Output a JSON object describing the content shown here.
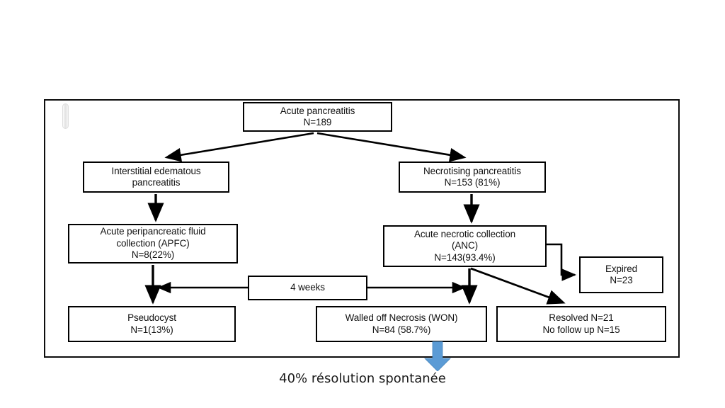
{
  "diagram": {
    "type": "flowchart",
    "title": "Acute pancreatitis outcome flowchart",
    "nodes": [
      {
        "id": "acute-pancreatitis",
        "lines": [
          "Acute pancreatitis",
          "N=189"
        ]
      },
      {
        "id": "interstitial",
        "lines": [
          "Interstitial edematous",
          "pancreatitis"
        ]
      },
      {
        "id": "necrotising",
        "lines": [
          "Necrotising pancreatitis",
          "N=153 (81%)"
        ]
      },
      {
        "id": "apfc",
        "lines": [
          "Acute peripancreatic fluid",
          "collection (APFC)",
          "N=8(22%)"
        ]
      },
      {
        "id": "anc",
        "lines": [
          "Acute necrotic collection",
          "(ANC)",
          "N=143(93.4%)"
        ]
      },
      {
        "id": "expired",
        "lines": [
          "Expired",
          "N=23"
        ]
      },
      {
        "id": "four-weeks",
        "lines": [
          "4 weeks"
        ]
      },
      {
        "id": "pseudocyst",
        "lines": [
          "Pseudocyst",
          "N=1(13%)"
        ]
      },
      {
        "id": "won",
        "lines": [
          "Walled off Necrosis (WON)",
          "N=84 (58.7%)"
        ]
      },
      {
        "id": "resolved",
        "lines": [
          "Resolved N=21",
          "No follow up N=15"
        ]
      }
    ],
    "edges": [
      {
        "from": "acute-pancreatitis",
        "to": "interstitial",
        "style": "diagonal-arrow"
      },
      {
        "from": "acute-pancreatitis",
        "to": "necrotising",
        "style": "diagonal-arrow"
      },
      {
        "from": "interstitial",
        "to": "apfc",
        "style": "vertical-arrow"
      },
      {
        "from": "necrotising",
        "to": "anc",
        "style": "vertical-arrow"
      },
      {
        "from": "apfc",
        "to": "pseudocyst",
        "style": "vertical-arrow"
      },
      {
        "from": "anc",
        "to": "won",
        "style": "vertical-arrow"
      },
      {
        "from": "anc",
        "to": "expired",
        "style": "elbow-arrow"
      },
      {
        "from": "anc",
        "to": "resolved",
        "style": "diagonal-arrow"
      },
      {
        "from": "four-weeks",
        "to": "pseudocyst",
        "style": "horizontal-arrow-left"
      },
      {
        "from": "four-weeks",
        "to": "won",
        "style": "horizontal-arrow-right"
      }
    ]
  },
  "caption": {
    "text": "40% résolution spontanée"
  },
  "callout": {
    "icon": "blue-down-arrow",
    "color": "#5b9bd5"
  },
  "colors": {
    "stroke": "#000000",
    "frame": "#0d0d0d",
    "background": "#ffffff",
    "accent_blue": "#5b9bd5"
  }
}
